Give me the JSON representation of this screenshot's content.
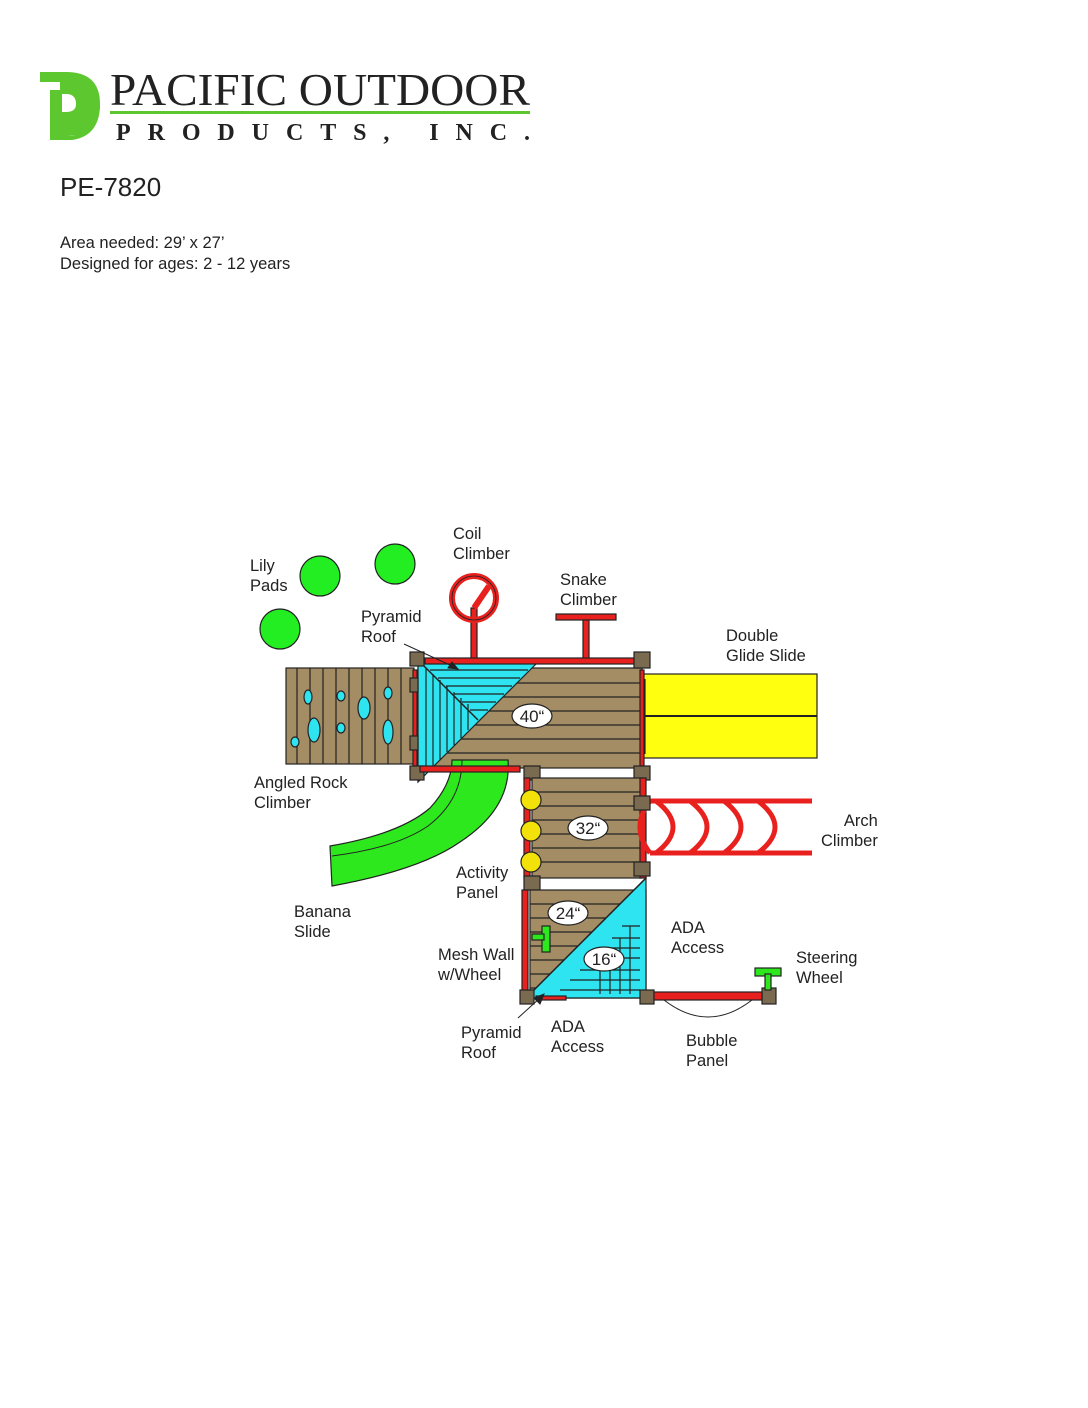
{
  "brand": {
    "name_line1": "PACIFIC OUTDOOR",
    "name_line2": "PRODUCTS, INC.",
    "colors": {
      "green": "#5cc72e",
      "text": "#222222"
    }
  },
  "product": {
    "model": "PE-7820",
    "area": "Area needed: 29’ x 27’",
    "ages": "Designed for ages: 2 - 12 years"
  },
  "labels": {
    "lily_pads": [
      "Lily",
      "Pads"
    ],
    "coil_climber": [
      "Coil",
      "Climber"
    ],
    "snake_climber": [
      "Snake",
      "Climber"
    ],
    "pyramid_roof_top": [
      "Pyramid",
      "Roof"
    ],
    "double_glide_slide": [
      "Double",
      "Glide Slide"
    ],
    "angled_rock_climber": [
      "Angled Rock",
      "Climber"
    ],
    "arch_climber": [
      "Arch",
      "Climber"
    ],
    "activity_panel": [
      "Activity",
      "Panel"
    ],
    "banana_slide": [
      "Banana",
      "Slide"
    ],
    "ada_access_right": [
      "ADA",
      "Access"
    ],
    "mesh_wall": [
      "Mesh Wall",
      "w/Wheel"
    ],
    "steering_wheel": [
      "Steering",
      "Wheel"
    ],
    "pyramid_roof_bottom": [
      "Pyramid",
      "Roof"
    ],
    "ada_access_bottom": [
      "ADA",
      "Access"
    ],
    "bubble_panel": [
      "Bubble",
      "Panel"
    ]
  },
  "deck_heights": {
    "main": "40“",
    "middle": "32“",
    "lower": "24“",
    "lowest": "16“"
  },
  "colors": {
    "deck": "#a48c64",
    "post": "#7a6a50",
    "rail": "#e8211f",
    "roof": "#2ee4f0",
    "slide_yellow": "#ffff10",
    "slide_green": "#2ee81e",
    "lily": "#22ee22",
    "panel_yellow": "#f2e20a",
    "outline": "#222222"
  }
}
